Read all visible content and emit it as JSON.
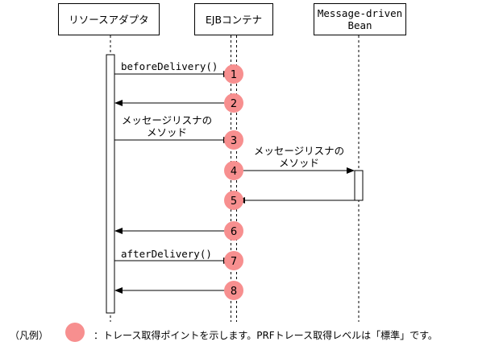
{
  "lifelines": {
    "adapter": "リソースアダプタ",
    "container": "EJBコンテナ",
    "bean": "Message-driven\nBean"
  },
  "messages": [
    {
      "label": "beforeDelivery()",
      "point": "1"
    },
    {
      "label": "",
      "point": "2"
    },
    {
      "label": "メッセージリスナの\nメソッド",
      "point": "3"
    },
    {
      "label": "メッセージリスナの\nメソッド",
      "point": "4"
    },
    {
      "label": "",
      "point": "5"
    },
    {
      "label": "",
      "point": "6"
    },
    {
      "label": "afterDelivery()",
      "point": "7"
    },
    {
      "label": "",
      "point": "8"
    }
  ],
  "legend": {
    "prefix": "（凡例）",
    "text": "：トレース取得ポイントを示します。PRFトレース取得レベルは「標準」です。"
  },
  "colors": {
    "trace_point": "#f78f8f",
    "line": "#000000"
  }
}
